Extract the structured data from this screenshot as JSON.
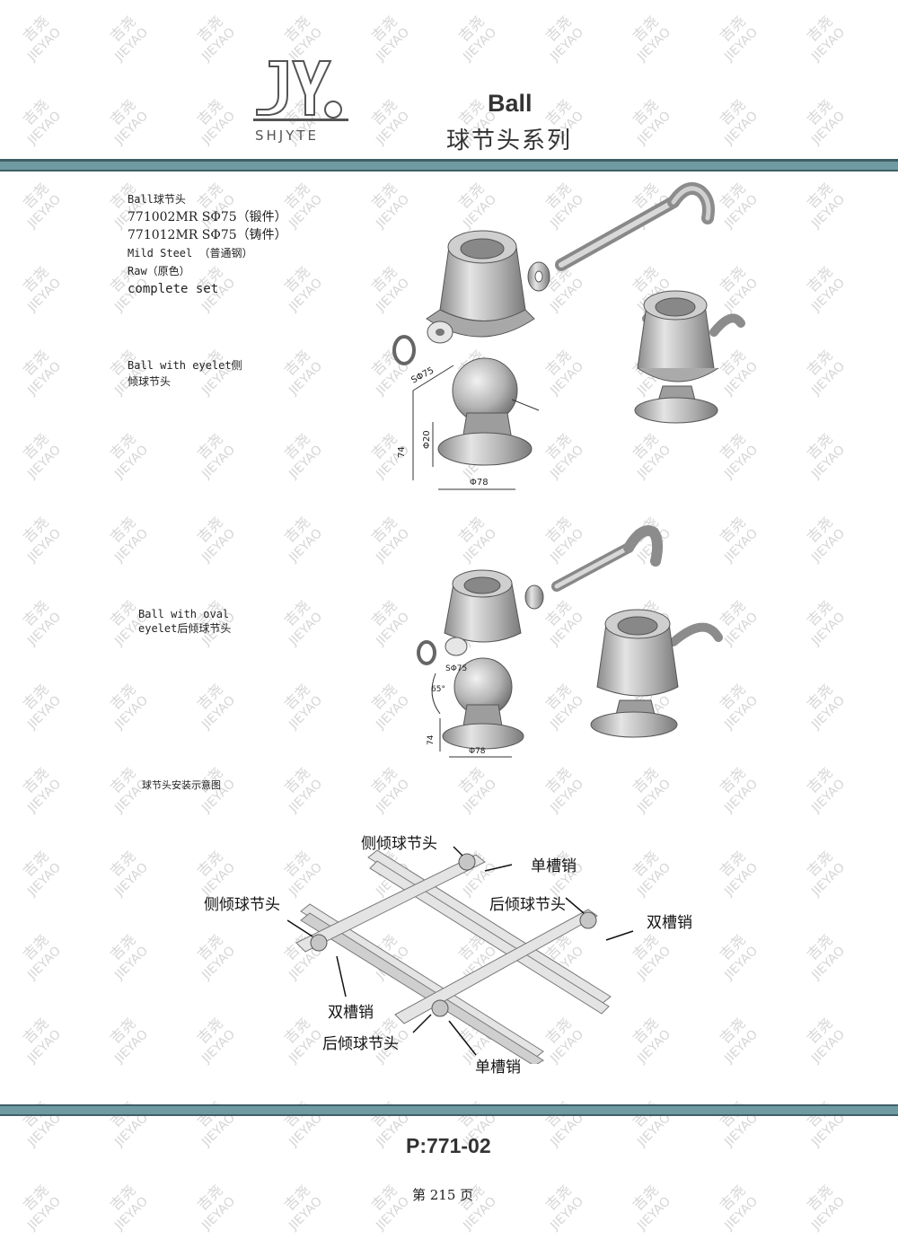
{
  "header": {
    "logo_text": "SHJYTE",
    "title_en": "Ball",
    "title_cn": "球节头系列"
  },
  "watermark": {
    "cn": "吉尧",
    "en": "JIEYAO"
  },
  "spec": {
    "line1": "Ball球节头",
    "line2": "771002MR SΦ75（锻件）",
    "line3": "771012MR SΦ75（铸件）",
    "line4": "Mild Steel  （普通钢）",
    "line5": "Raw（原色）",
    "line6": "complete set"
  },
  "product1": {
    "desc1": "Ball with eyelet侧",
    "desc2": "倾球节头",
    "dim_sphere": "SΦ75",
    "dim_height": "74",
    "dim_bore": "Φ20",
    "dim_base": "Φ78"
  },
  "product2": {
    "desc1": "Ball with oval",
    "desc2": "eyelet后倾球节头",
    "dim_sphere": "SΦ75",
    "dim_angle": "65°",
    "dim_height": "74",
    "dim_base": "Φ78"
  },
  "install": {
    "caption": "球节头安装示意图",
    "labels": {
      "side_ball_top": "侧倾球节头",
      "single_pin_top": "单槽销",
      "side_ball_left": "侧倾球节头",
      "rear_ball_right": "后倾球节头",
      "double_pin_right": "双槽销",
      "double_pin_left": "双槽销",
      "rear_ball_bottom": "后倾球节头",
      "single_pin_bottom": "单槽销"
    }
  },
  "footer": {
    "code": "P:771-02",
    "page": "第 215 页"
  },
  "colors": {
    "band": "#6f9aa2",
    "band_dark": "#3f5f66",
    "watermark": "#c8c8c8",
    "metal": "#b8b8b8"
  }
}
